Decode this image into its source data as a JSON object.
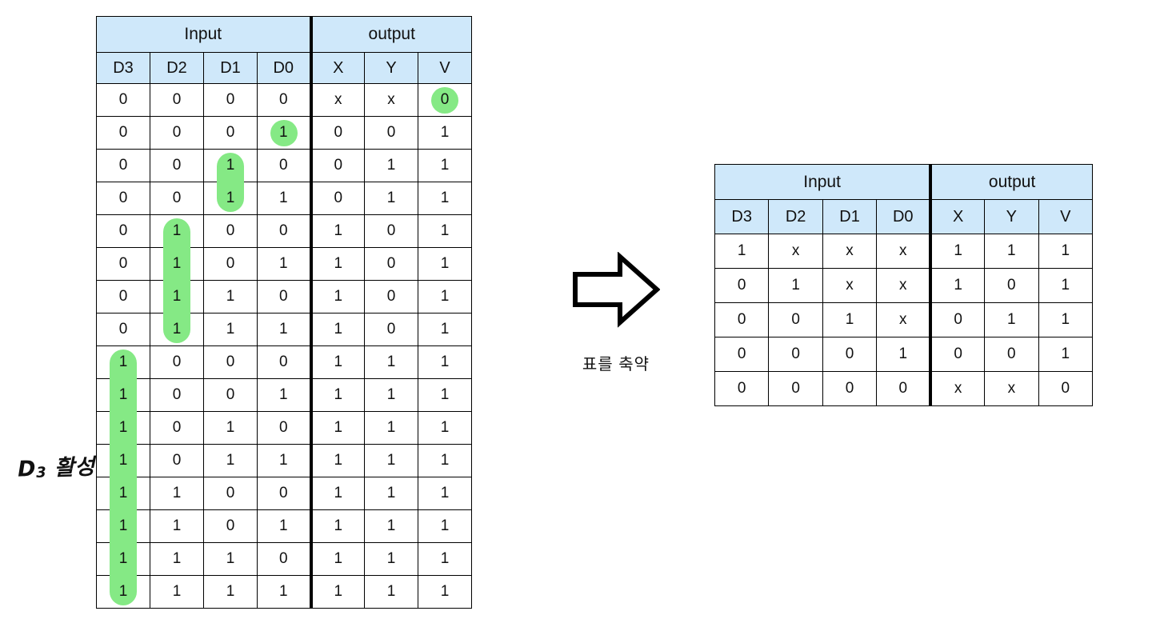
{
  "left_table": {
    "name": "full-truth-table",
    "group_headers": [
      {
        "label": "Input",
        "span": 4
      },
      {
        "label": "output",
        "span": 3
      }
    ],
    "column_headers": [
      "D3",
      "D2",
      "D1",
      "D0",
      "X",
      "Y",
      "V"
    ],
    "rows": [
      {
        "cells": [
          "0",
          "0",
          "0",
          "0",
          "x",
          "x",
          "0"
        ],
        "band": true
      },
      {
        "cells": [
          "0",
          "0",
          "0",
          "1",
          "0",
          "0",
          "1"
        ],
        "band": true
      },
      {
        "cells": [
          "0",
          "0",
          "1",
          "0",
          "0",
          "1",
          "1"
        ],
        "band": true
      },
      {
        "cells": [
          "0",
          "0",
          "1",
          "1",
          "0",
          "1",
          "1"
        ],
        "band": true
      },
      {
        "cells": [
          "0",
          "1",
          "0",
          "0",
          "1",
          "0",
          "1"
        ],
        "band": false
      },
      {
        "cells": [
          "0",
          "1",
          "0",
          "1",
          "1",
          "0",
          "1"
        ],
        "band": false
      },
      {
        "cells": [
          "0",
          "1",
          "1",
          "0",
          "1",
          "0",
          "1"
        ],
        "band": false
      },
      {
        "cells": [
          "0",
          "1",
          "1",
          "1",
          "1",
          "0",
          "1"
        ],
        "band": false
      },
      {
        "cells": [
          "1",
          "0",
          "0",
          "0",
          "1",
          "1",
          "1"
        ],
        "band": true
      },
      {
        "cells": [
          "1",
          "0",
          "0",
          "1",
          "1",
          "1",
          "1"
        ],
        "band": true
      },
      {
        "cells": [
          "1",
          "0",
          "1",
          "0",
          "1",
          "1",
          "1"
        ],
        "band": true
      },
      {
        "cells": [
          "1",
          "0",
          "1",
          "1",
          "1",
          "1",
          "1"
        ],
        "band": true
      },
      {
        "cells": [
          "1",
          "1",
          "0",
          "0",
          "1",
          "1",
          "1"
        ],
        "band": false
      },
      {
        "cells": [
          "1",
          "1",
          "0",
          "1",
          "1",
          "1",
          "1"
        ],
        "band": false
      },
      {
        "cells": [
          "1",
          "1",
          "1",
          "0",
          "1",
          "1",
          "1"
        ],
        "band": false
      },
      {
        "cells": [
          "1",
          "1",
          "1",
          "1",
          "1",
          "1",
          "1"
        ],
        "band": false
      }
    ],
    "highlights": [
      {
        "name": "highlight-v-row1",
        "column": 6,
        "first_row": 0,
        "last_row": 0,
        "shape": "circle"
      },
      {
        "name": "highlight-d0-row2",
        "column": 3,
        "first_row": 1,
        "last_row": 1,
        "shape": "circle"
      },
      {
        "name": "highlight-d1-rows3-4",
        "column": 2,
        "first_row": 2,
        "last_row": 3,
        "shape": "pill"
      },
      {
        "name": "highlight-d2-rows5-8",
        "column": 1,
        "first_row": 4,
        "last_row": 7,
        "shape": "pill"
      },
      {
        "name": "highlight-d3-rows9-16",
        "column": 0,
        "first_row": 8,
        "last_row": 15,
        "shape": "pill"
      }
    ]
  },
  "right_table": {
    "name": "condensed-truth-table",
    "group_headers": [
      {
        "label": "Input",
        "span": 4
      },
      {
        "label": "output",
        "span": 3
      }
    ],
    "column_headers": [
      "D3",
      "D2",
      "D1",
      "D0",
      "X",
      "Y",
      "V"
    ],
    "rows": [
      {
        "cells": [
          "1",
          "x",
          "x",
          "x",
          "1",
          "1",
          "1"
        ]
      },
      {
        "cells": [
          "0",
          "1",
          "x",
          "x",
          "1",
          "0",
          "1"
        ]
      },
      {
        "cells": [
          "0",
          "0",
          "1",
          "x",
          "0",
          "1",
          "1"
        ]
      },
      {
        "cells": [
          "0",
          "0",
          "0",
          "1",
          "0",
          "0",
          "1"
        ]
      },
      {
        "cells": [
          "0",
          "0",
          "0",
          "0",
          "x",
          "x",
          "0"
        ]
      }
    ]
  },
  "arrow": {
    "name": "right-arrow",
    "caption": "표를 축약"
  },
  "annotation": {
    "name": "d3-active-note",
    "text": "D",
    "subscript": "3",
    "suffix": " 활성"
  },
  "colors": {
    "header_blue": "#cfe8fa",
    "row_band_blue": "#e9f5fd",
    "highlight_green": "#85e985",
    "border_black": "#000000",
    "text": "#111111",
    "page_background": "#ffffff"
  }
}
